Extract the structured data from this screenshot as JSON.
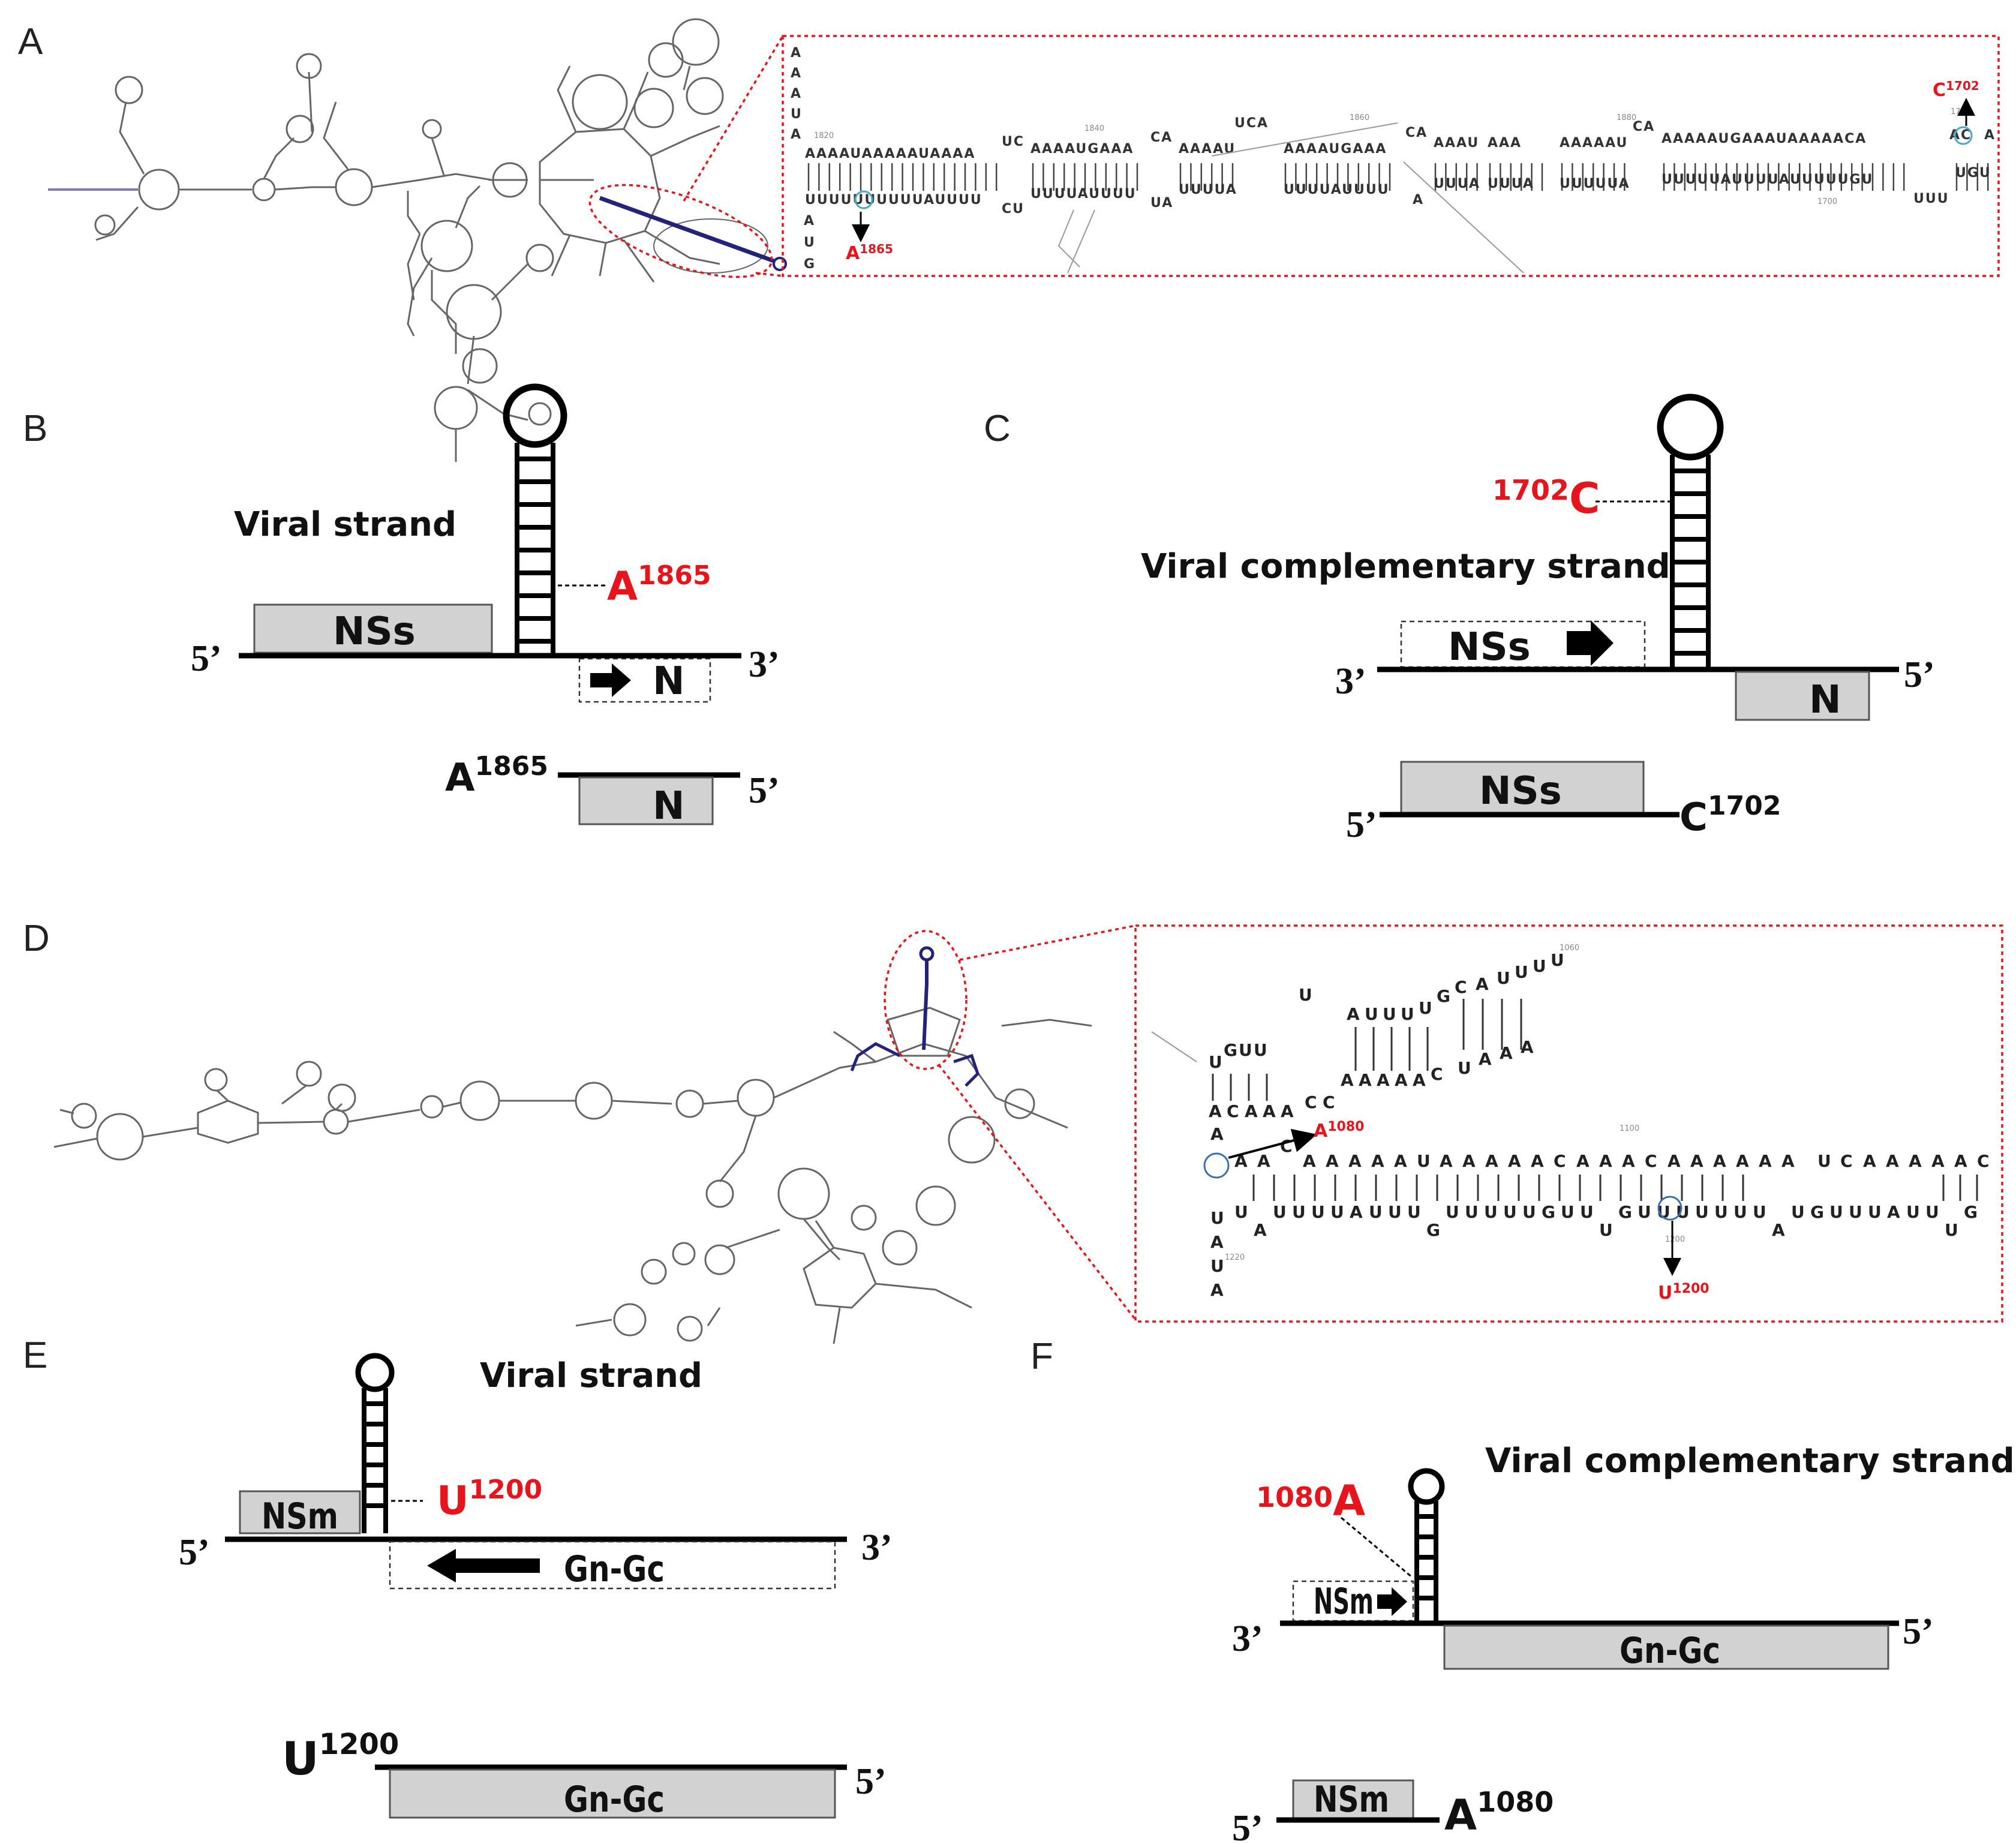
{
  "panels": {
    "a": "A",
    "b": "B",
    "c": "C",
    "d": "D",
    "e": "E",
    "f": "F"
  },
  "strand_titles": {
    "b": "Viral  strand",
    "c": "Viral complementary strand",
    "e": "Viral  strand",
    "f": "Viral complementary strand"
  },
  "ends": {
    "five": "5’",
    "three": "3’"
  },
  "genes": {
    "nss": "NSs",
    "n": "N",
    "nsm": "NSm",
    "gngc": "Gn-Gc"
  },
  "markers": {
    "a1865": {
      "base": "A",
      "pos": "1865"
    },
    "c1702": {
      "base": "C",
      "pos": "1702"
    },
    "u1200": {
      "base": "U",
      "pos": "1200"
    },
    "a1080": {
      "base": "A",
      "pos": "1080"
    }
  },
  "panel_a_inset": {
    "col_left": [
      "A",
      "A",
      "A",
      "U",
      "A"
    ],
    "col_left_bottom": [
      "A",
      "U",
      "G"
    ],
    "top_strand": [
      "AAAAUAAAAAUAAAA",
      "UC",
      "AAAAUGAAA",
      "CA",
      "AAAAU",
      "UCA",
      "AAAAUGAAA",
      "CA",
      "AAAU",
      "AAA",
      "AAAAAU",
      "CA",
      "AAAAAUGAAAUAAAAACA",
      "AC",
      "A"
    ],
    "bottom_strand": [
      "UUUUUUUUUUAUUUU",
      "CU",
      "UUUUAUUUU",
      "UA",
      "UUUUA",
      "UUUUAUUUU",
      "A",
      "UUUA",
      "UUUA",
      "UUUUUA",
      "UUUUUAUUUUAUUUUUGU",
      "UUU",
      "UGU"
    ],
    "pos_ticks": [
      "1820",
      "1840",
      "1860",
      "1880",
      "1700",
      "1720"
    ]
  },
  "panel_d_inset": {
    "upper_top": [
      "U",
      "G",
      "U",
      "U",
      "U",
      "A",
      "U",
      "U",
      "U",
      "U",
      "G",
      "C",
      "A",
      "U",
      "U",
      "U",
      "U"
    ],
    "upper_bottom": [
      "A",
      "C",
      "A",
      "A",
      "A",
      "C",
      "C",
      "A",
      "A",
      "A",
      "A",
      "A",
      "C",
      "U",
      "A",
      "A",
      "A"
    ],
    "lower_top": [
      "A",
      "A",
      "C",
      "A",
      "A",
      "A",
      "A",
      "A",
      "U",
      "A",
      "A",
      "A",
      "A",
      "A",
      "C",
      "A",
      "A",
      "A",
      "C",
      "A",
      "A",
      "A",
      "A",
      "A",
      "A",
      "U",
      "C",
      "A",
      "A",
      "A",
      "A",
      "A",
      "C"
    ],
    "lower_bottom": [
      "U",
      "A",
      "U",
      "U",
      "U",
      "U",
      "A",
      "U",
      "U",
      "U",
      "G",
      "U",
      "U",
      "U",
      "U",
      "U",
      "G",
      "U",
      "U",
      "U",
      "G",
      "U",
      "U",
      "U",
      "U",
      "U",
      "U",
      "U",
      "A",
      "U",
      "G",
      "U",
      "U",
      "U",
      "A",
      "U",
      "U",
      "U",
      "G"
    ],
    "col_left": [
      "A",
      "U",
      "A",
      "U",
      "A"
    ],
    "pos_ticks": [
      "1060",
      "1100",
      "1220",
      "1200"
    ]
  }
}
